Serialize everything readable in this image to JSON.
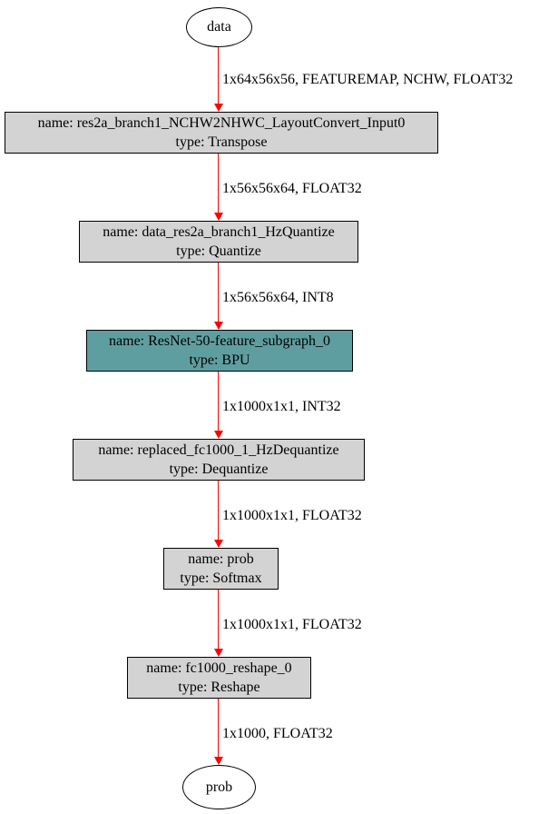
{
  "diagram": {
    "input_node": {
      "label": "data"
    },
    "output_node": {
      "label": "prob"
    },
    "nodes": [
      {
        "name_label": "name: res2a_branch1_NCHW2NHWC_LayoutConvert_Input0",
        "type_label": "type: Transpose"
      },
      {
        "name_label": "name: data_res2a_branch1_HzQuantize",
        "type_label": "type: Quantize"
      },
      {
        "name_label": "name: ResNet-50-feature_subgraph_0",
        "type_label": "type: BPU"
      },
      {
        "name_label": "name: replaced_fc1000_1_HzDequantize",
        "type_label": "type: Dequantize"
      },
      {
        "name_label": "name: prob",
        "type_label": "type: Softmax"
      },
      {
        "name_label": "name: fc1000_reshape_0",
        "type_label": "type: Reshape"
      }
    ],
    "edges": [
      {
        "label": "1x64x56x56, FEATUREMAP, NCHW, FLOAT32"
      },
      {
        "label": "1x56x56x64, FLOAT32"
      },
      {
        "label": "1x56x56x64, INT8"
      },
      {
        "label": "1x1000x1x1, INT32"
      },
      {
        "label": "1x1000x1x1, FLOAT32"
      },
      {
        "label": "1x1000x1x1, FLOAT32"
      },
      {
        "label": "1x1000, FLOAT32"
      }
    ],
    "colors": {
      "node_fill": "#d3d3d3",
      "bpu_fill": "#5f9ea0",
      "edge_color": "#ff0000",
      "border_color": "#000000",
      "background": "#ffffff",
      "text_color": "#000000"
    }
  }
}
